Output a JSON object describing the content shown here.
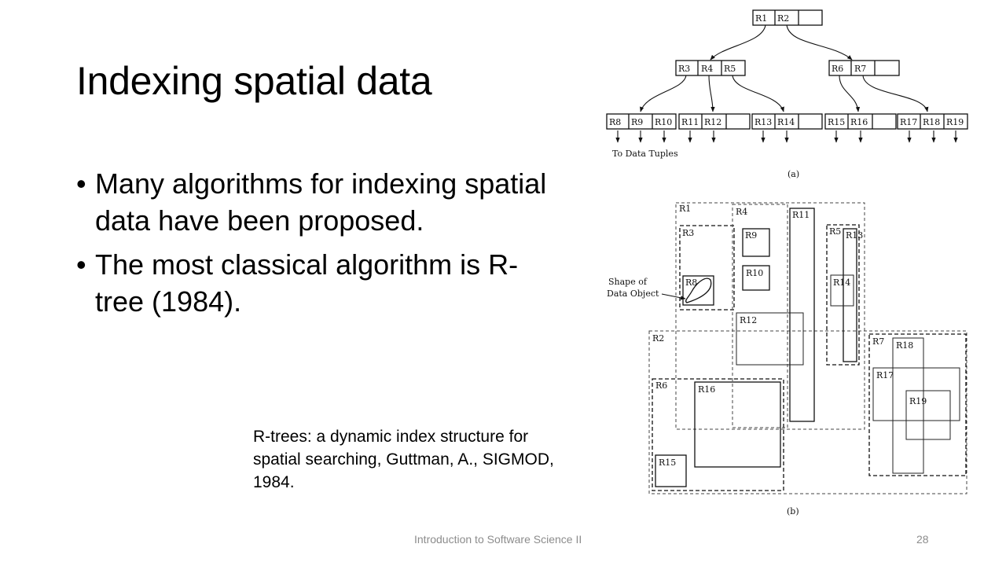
{
  "slide": {
    "title": "Indexing spatial data",
    "bullets": [
      "Many algorithms for indexing spatial data have been proposed.",
      "The most classical algorithm is R-tree (1984)."
    ],
    "bullet_marker": "•",
    "citation": "R-trees: a dynamic index structure for spatial searching, Guttman, A., SIGMOD, 1984.",
    "footer_text": "Introduction to Software Science II",
    "page_number": "28"
  },
  "figure": {
    "caption_a": "(a)",
    "caption_b": "(b)",
    "to_data_tuples": "To Data Tuples",
    "shape_label_line1": "Shape of",
    "shape_label_line2": "Data Object",
    "labels": {
      "R1": "R1",
      "R2": "R2",
      "R3": "R3",
      "R4": "R4",
      "R5": "R5",
      "R6": "R6",
      "R7": "R7",
      "R8": "R8",
      "R9": "R9",
      "R10": "R10",
      "R11": "R11",
      "R12": "R12",
      "R13": "R13",
      "R14": "R14",
      "R15": "R15",
      "R16": "R16",
      "R17": "R17",
      "R18": "R18",
      "R19": "R19"
    }
  }
}
